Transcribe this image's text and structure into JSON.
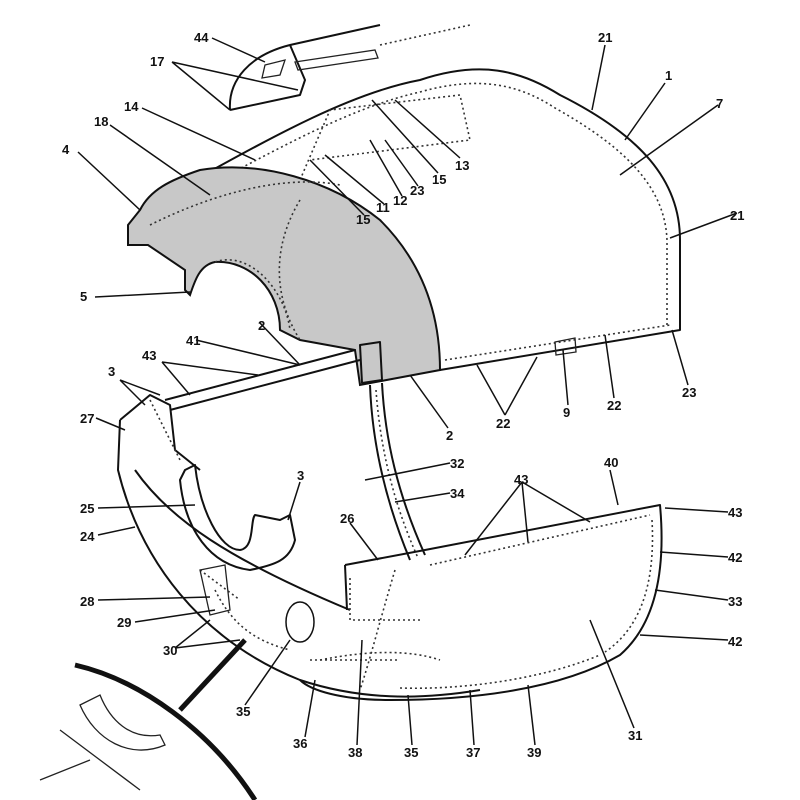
{
  "figure": {
    "colors": {
      "ink": "#111111",
      "panel_shade": "#c8c8c8",
      "background": "#ffffff"
    },
    "callouts": [
      "44",
      "17",
      "14",
      "18",
      "4",
      "5",
      "13",
      "15",
      "23",
      "12",
      "11",
      "15",
      "21",
      "1",
      "7",
      "21",
      "2",
      "41",
      "43",
      "3",
      "27",
      "2",
      "22",
      "9",
      "22",
      "23",
      "32",
      "34",
      "3",
      "25",
      "24",
      "40",
      "43",
      "43",
      "26",
      "42",
      "33",
      "42",
      "28",
      "29",
      "30",
      "35",
      "36",
      "38",
      "35",
      "37",
      "39",
      "31"
    ]
  }
}
